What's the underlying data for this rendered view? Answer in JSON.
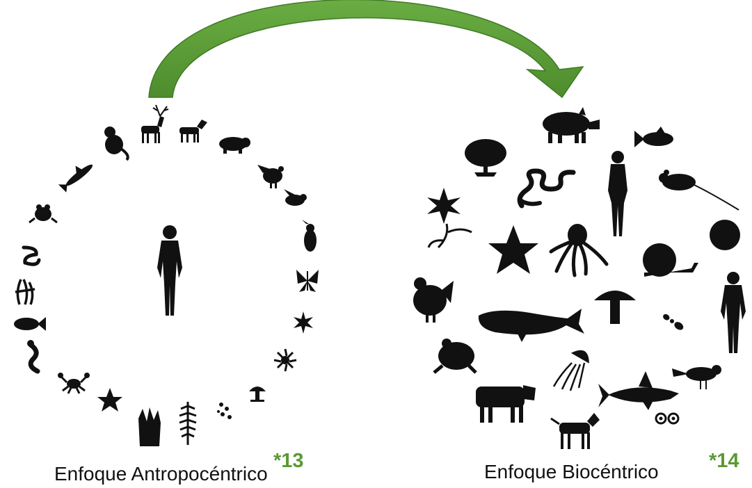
{
  "colors": {
    "arrow_fill": "#5b9b37",
    "arrow_dark": "#3f7a24",
    "ref_color": "#5a9a35",
    "silhouette": "#111111"
  },
  "left": {
    "caption": "Enfoque Antropocéntrico",
    "ref": "*13",
    "center_icon": "human-silhouette-icon",
    "ring_icons": [
      "deer-icon",
      "dog-icon",
      "bear-icon",
      "turkey-icon",
      "bird-icon",
      "penguin-icon",
      "butterfly-icon",
      "flower-icon",
      "jellyfish-icon",
      "mushroom-icon",
      "moss-icon",
      "fern-icon",
      "coral-icon",
      "starfish-icon",
      "crab-icon",
      "lizard-icon",
      "fish-icon",
      "seaweed-icon",
      "snake-icon",
      "frog-icon",
      "shark-icon",
      "monkey-icon"
    ]
  },
  "right": {
    "caption": "Enfoque Biocéntrico",
    "ref": "*14",
    "icons": [
      "pig-icon",
      "fish-icon",
      "tree-icon",
      "snake-icon",
      "woman-icon",
      "rat-icon",
      "flower-icon",
      "octopus-icon",
      "starfish-icon",
      "snail-icon",
      "shell-icon",
      "chicken-icon",
      "whale-icon",
      "mushroom-icon",
      "ant-icon",
      "man-icon",
      "frog-icon",
      "jellyfish-icon",
      "cow-icon",
      "shark-icon",
      "bird-icon",
      "dog-icon",
      "eyes-icon"
    ]
  }
}
